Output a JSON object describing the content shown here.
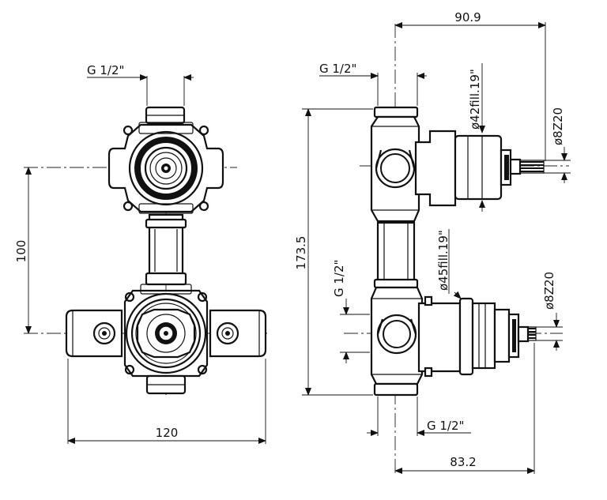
{
  "dimensions": {
    "thread_top_left": "G 1/2\"",
    "thread_top_right": "G 1/2\"",
    "thread_side_right": "G 1/2\"",
    "thread_bottom_right": "G 1/2\"",
    "width_left": "120",
    "height_left": "100",
    "height_right": "173.5",
    "depth_top": "90.9",
    "depth_bottom": "83.2",
    "thread_fill_top": "ø42fill.19\"",
    "thread_fill_bottom": "ø45fill.19\"",
    "spindle_top": "ø8Z20",
    "spindle_bottom": "ø8Z20"
  }
}
